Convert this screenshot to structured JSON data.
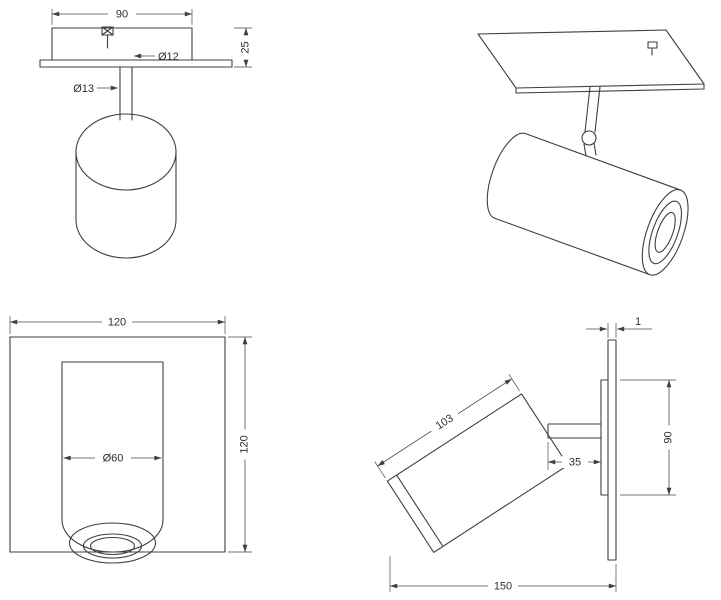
{
  "drawing": {
    "kind": "spotlight-luminaire-technical-drawing",
    "line_color": "#3f3f3f",
    "background_color": "#ffffff",
    "views": {
      "ceiling_side": {
        "dim_canopy_width": "90",
        "dim_canopy_height": "25",
        "dim_stem_diameter": "Ø12",
        "dim_hole_diameter": "Ø13"
      },
      "front": {
        "dim_plate_width": "120",
        "dim_plate_height": "120",
        "dim_head_diameter": "Ø60"
      },
      "wall_side": {
        "dim_plate_thickness": "1",
        "dim_plate_height": "90",
        "dim_arm_length": "35",
        "dim_head_length": "103",
        "dim_total_projection": "150"
      }
    }
  }
}
